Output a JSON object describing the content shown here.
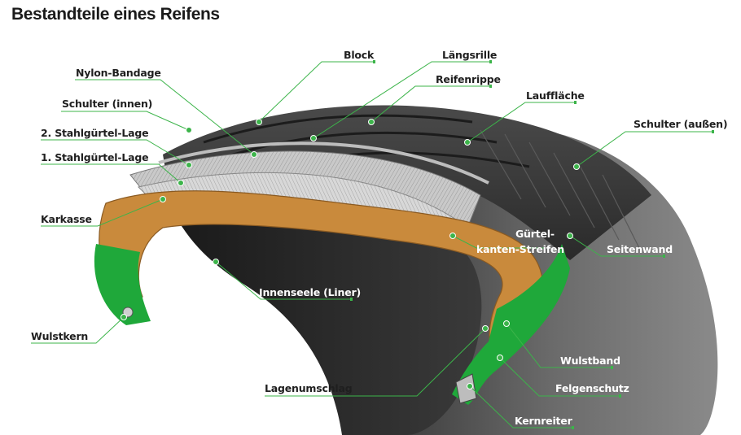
{
  "title": "Bestandteile eines Reifens",
  "labels": {
    "block": "Block",
    "laengsrille": "Längsrille",
    "reifenrippe": "Reifenrippe",
    "laufflaeche": "Lauffläche",
    "nylon_bandage": "Nylon-Bandage",
    "schulter_innen": "Schulter (innen)",
    "stahlguertel_2": "2. Stahlgürtel-Lage",
    "stahlguertel_1": "1. Stahlgürtel-Lage",
    "schulter_aussen": "Schulter (außen)",
    "karkasse": "Karkasse",
    "guertelkanten_1": "Gürtel-",
    "guertelkanten_2": "kanten-Streifen",
    "seitenwand": "Seitenwand",
    "innenseele": "Innenseele (Liner)",
    "wulstkern": "Wulstkern",
    "wulstband": "Wulstband",
    "lagenumschlag": "Lagenumschlag",
    "felgenschutz": "Felgenschutz",
    "kernreiter": "Kernreiter"
  },
  "colors": {
    "accent_green": "#3cb44a",
    "carcass": "#c98a3c",
    "rubber": "#2e2e2e",
    "bead_green": "#1fa83a"
  }
}
